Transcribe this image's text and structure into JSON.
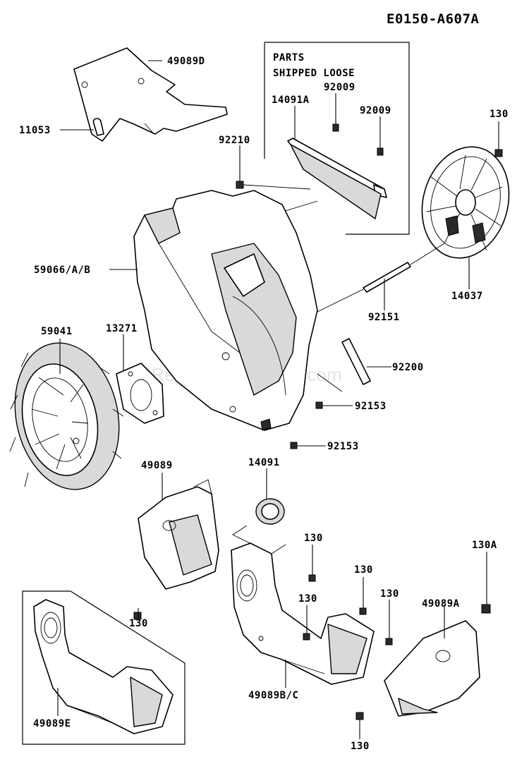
{
  "diagram_id": "E0150-A607A",
  "parts_box": {
    "line1": "PARTS",
    "line2": "SHIPPED LOOSE"
  },
  "watermark": "eReplacementParts.com",
  "labels": {
    "p49089D": "49089D",
    "p11053": "11053",
    "p92009a": "92009",
    "p14091A": "14091A",
    "p92009b": "92009",
    "p130_top": "130",
    "p92210": "92210",
    "p59066": "59066/A/B",
    "p14037": "14037",
    "p92151": "92151",
    "p59041": "59041",
    "p13271": "13271",
    "p92200": "92200",
    "p92153a": "92153",
    "p92153b": "92153",
    "p49089": "49089",
    "p14091": "14091",
    "p130_left": "130",
    "p130_mid": "130",
    "p130_r1": "130",
    "p130_r2": "130",
    "p130_r3": "130",
    "p130A": "130A",
    "p49089A": "49089A",
    "p49089BC": "49089B/C",
    "p49089E": "49089E",
    "p130_bot": "130"
  }
}
